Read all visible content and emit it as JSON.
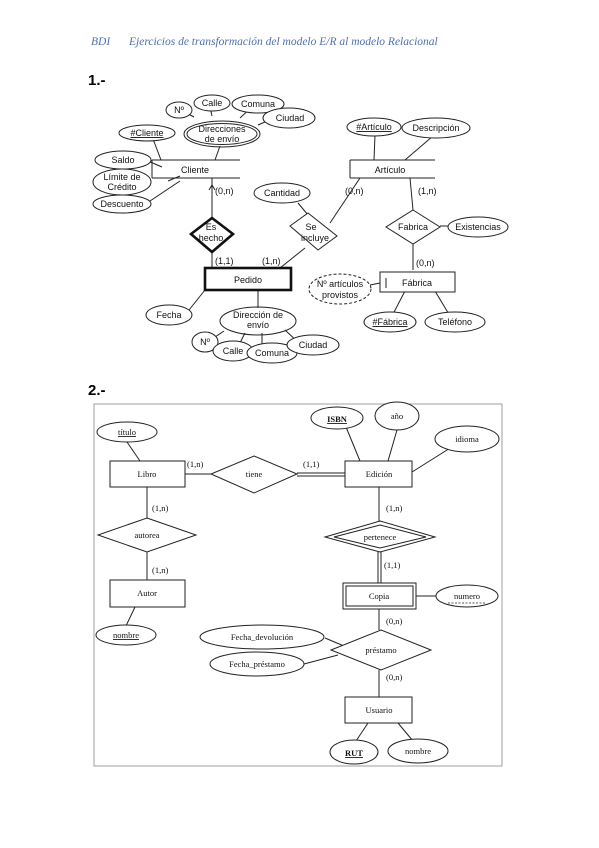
{
  "header": {
    "course": "BDI",
    "title": "Ejercicios de transformación del modelo E/R al modelo Relacional"
  },
  "sections": {
    "one": "1.-",
    "two": "2.-"
  },
  "diagram1": {
    "entities": {
      "cliente": "Cliente",
      "articulo": "Artículo",
      "pedido": "Pedido",
      "fabrica": "Fábrica"
    },
    "relationships": {
      "es_hecho_1": "Es",
      "es_hecho_2": "hecho",
      "se_incluye_1": "Se",
      "se_incluye_2": "incluye",
      "fabrica_rel": "Fabrica"
    },
    "attributes": {
      "numero": "Nº",
      "calle": "Calle",
      "comuna": "Comuna",
      "ciudad": "Ciudad",
      "direcciones_1": "Direcciones",
      "direcciones_2": "de envío",
      "cliente_id": "#Cliente",
      "saldo": "Saldo",
      "limite_1": "Límite de",
      "limite_2": "Crédito",
      "descuento": "Descuento",
      "articulo_id": "#Artículo",
      "descripcion": "Descripción",
      "cantidad": "Cantidad",
      "existencias": "Existencias",
      "n_articulos_1": "Nº artículos",
      "n_articulos_2": "provistos",
      "fabrica_id": "#Fábrica",
      "telefono": "Teléfono",
      "fecha": "Fecha",
      "direccion_1": "Dirección de",
      "direccion_2": "envío",
      "d_numero": "Nº",
      "d_calle": "Calle",
      "d_comuna": "Comuna",
      "d_ciudad": "Ciudad"
    },
    "cardinalities": {
      "cliente_hecho": "(0,n)",
      "pedido_hecho": "(1,1)",
      "pedido_incluye": "(1,n)",
      "articulo_incluye": "(0,n)",
      "articulo_fabrica": "(1,n)",
      "fabrica_fabrica": "(0,n)"
    }
  },
  "diagram2": {
    "entities": {
      "libro": "Libro",
      "edicion": "Edición",
      "autor": "Autor",
      "copia": "Copia",
      "usuario": "Usuario"
    },
    "relationships": {
      "tiene": "tiene",
      "autorea": "autorea",
      "pertenece": "pertenece",
      "prestamo": "préstamo"
    },
    "attributes": {
      "titulo": "título",
      "isbn": "ISBN",
      "anio": "año",
      "idioma": "idioma",
      "nombre_autor": "nombre",
      "numero": "numero",
      "fecha_devolucion": "Fecha_devolución",
      "fecha_prestamo": "Fecha_préstamo",
      "rut": "RUT",
      "nombre_usuario": "nombre"
    },
    "cardinalities": {
      "libro_tiene": "(1,n)",
      "edicion_tiene": "(1,1)",
      "libro_autorea": "(1,n)",
      "autor_autorea": "(1,n)",
      "edicion_pertenece": "(1,n)",
      "copia_pertenece": "(1,1)",
      "copia_prestamo": "(0,n)",
      "usuario_prestamo": "(0,n)"
    }
  }
}
